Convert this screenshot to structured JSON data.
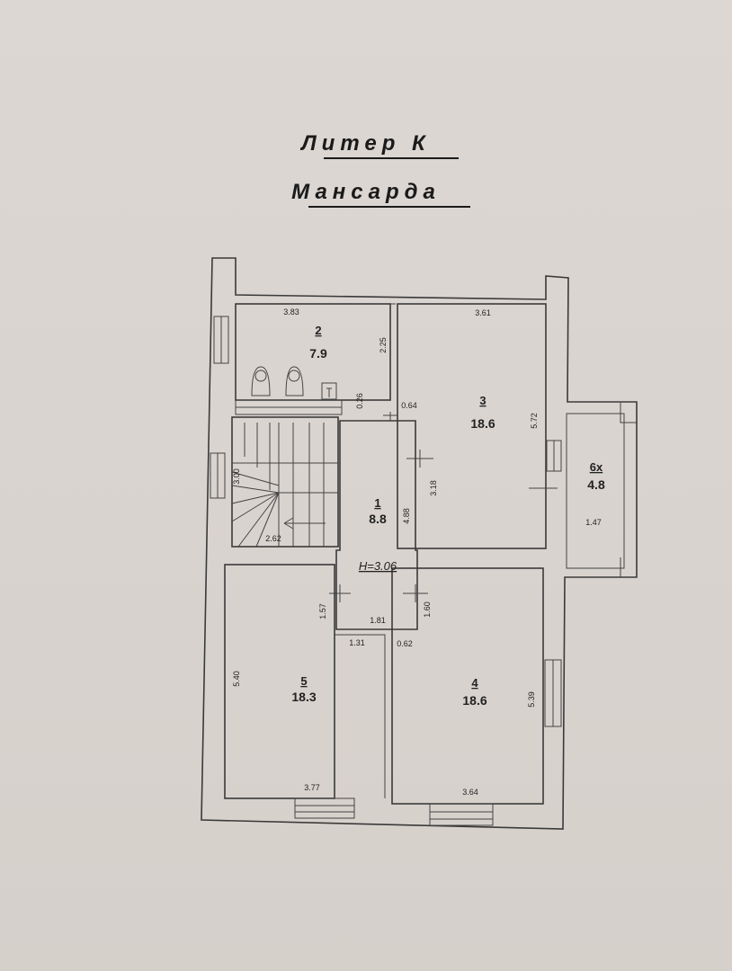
{
  "header": {
    "title": "Литер К",
    "subtitle": "Мансарда"
  },
  "rooms": [
    {
      "id": "1",
      "area": "8.8"
    },
    {
      "id": "2",
      "area": "7.9"
    },
    {
      "id": "3",
      "area": "18.6"
    },
    {
      "id": "4",
      "area": "18.6"
    },
    {
      "id": "5",
      "area": "18.3"
    },
    {
      "id": "6х",
      "area": "4.8"
    }
  ],
  "height_label": "H=3.06",
  "dimensions": {
    "r2_width": "3.83",
    "r2_depth": "2.25",
    "r3_width": "3.61",
    "r3_depth": "5.72",
    "small_026": "0.26",
    "small_064": "0.64",
    "stair_300": "3.00",
    "stair_262": "2.62",
    "r1_488": "4.88",
    "r1_318": "3.18",
    "r6_147": "1.47",
    "d_157": "1.57",
    "d_181": "1.81",
    "d_160": "1.60",
    "d_131": "1.31",
    "d_062": "0.62",
    "r5_depth": "5.40",
    "r5_width": "3.77",
    "r4_depth": "5.39",
    "r4_width": "3.64"
  }
}
